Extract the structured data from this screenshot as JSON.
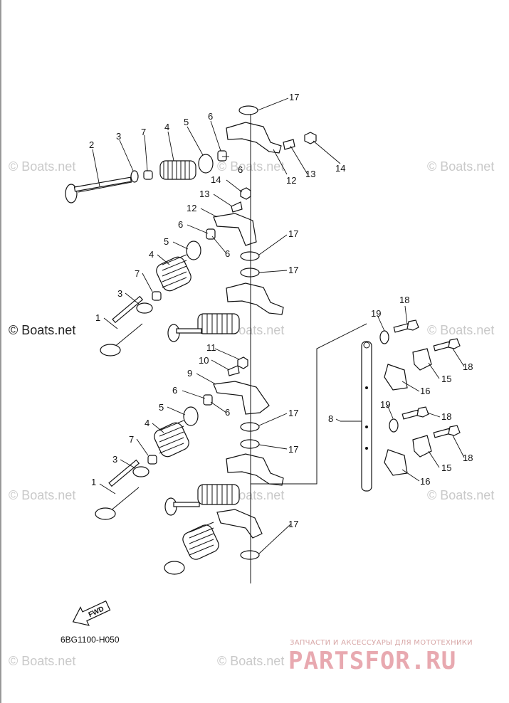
{
  "diagram": {
    "code": "6BG1100-H050",
    "fwd_label": "FWD"
  },
  "watermarks": {
    "faint": "© Boats.net",
    "dark": "© Boats.net"
  },
  "brand": {
    "tagline": "ЗАПЧАСТИ И АКСЕССУАРЫ ДЛЯ МОТОТЕХНИКИ",
    "name": "PARTSFOR.RU"
  },
  "callouts": [
    {
      "id": "c17a",
      "label": "17"
    },
    {
      "id": "c6a",
      "label": "6"
    },
    {
      "id": "c3a",
      "label": "3"
    },
    {
      "id": "c7a",
      "label": "7"
    },
    {
      "id": "c4a",
      "label": "4"
    },
    {
      "id": "c5a",
      "label": "5"
    },
    {
      "id": "c2",
      "label": "2"
    },
    {
      "id": "c6b",
      "label": "6"
    },
    {
      "id": "c12a",
      "label": "12"
    },
    {
      "id": "c13a",
      "label": "13"
    },
    {
      "id": "c14a",
      "label": "14"
    },
    {
      "id": "c14b",
      "label": "14"
    },
    {
      "id": "c13b",
      "label": "13"
    },
    {
      "id": "c12b",
      "label": "12"
    },
    {
      "id": "c6c",
      "label": "6"
    },
    {
      "id": "c6d",
      "label": "6"
    },
    {
      "id": "c5b",
      "label": "5"
    },
    {
      "id": "c17b",
      "label": "17"
    },
    {
      "id": "c4b",
      "label": "4"
    },
    {
      "id": "c17c",
      "label": "17"
    },
    {
      "id": "c7b",
      "label": "7"
    },
    {
      "id": "c3b",
      "label": "3"
    },
    {
      "id": "c1a",
      "label": "1"
    },
    {
      "id": "c18a",
      "label": "18"
    },
    {
      "id": "c19a",
      "label": "19"
    },
    {
      "id": "c18b",
      "label": "18"
    },
    {
      "id": "c15a",
      "label": "15"
    },
    {
      "id": "c16a",
      "label": "16"
    },
    {
      "id": "c11",
      "label": "11"
    },
    {
      "id": "c10",
      "label": "10"
    },
    {
      "id": "c9",
      "label": "9"
    },
    {
      "id": "c6e",
      "label": "6"
    },
    {
      "id": "c6f",
      "label": "6"
    },
    {
      "id": "c5c",
      "label": "5"
    },
    {
      "id": "c8",
      "label": "8"
    },
    {
      "id": "c17d",
      "label": "17"
    },
    {
      "id": "c19b",
      "label": "19"
    },
    {
      "id": "c18c",
      "label": "18"
    },
    {
      "id": "c4c",
      "label": "4"
    },
    {
      "id": "c7c",
      "label": "7"
    },
    {
      "id": "c17e",
      "label": "17"
    },
    {
      "id": "c18d",
      "label": "18"
    },
    {
      "id": "c3c",
      "label": "3"
    },
    {
      "id": "c15b",
      "label": "15"
    },
    {
      "id": "c1b",
      "label": "1"
    },
    {
      "id": "c16b",
      "label": "16"
    },
    {
      "id": "c17f",
      "label": "17"
    }
  ]
}
